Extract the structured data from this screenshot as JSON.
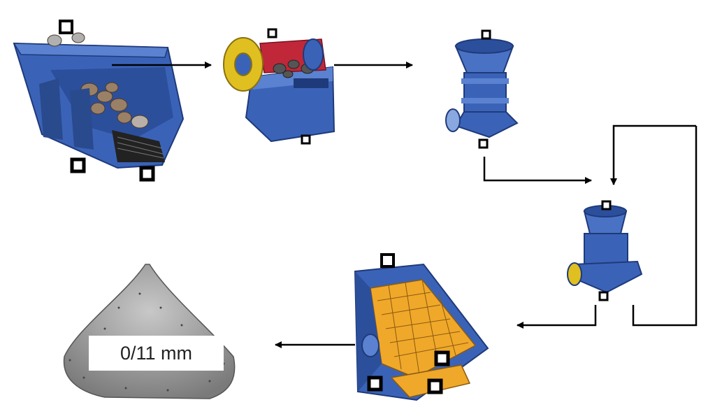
{
  "flow": {
    "stages": [
      {
        "name": "vibrating-feeder"
      },
      {
        "name": "jaw-crusher"
      },
      {
        "name": "cone-crusher-secondary"
      },
      {
        "name": "cone-crusher-tertiary"
      },
      {
        "name": "vibrating-screen"
      },
      {
        "name": "product-pile"
      }
    ],
    "product_label": "0/11 mm"
  },
  "colors": {
    "machine_blue": "#3a63b8",
    "machine_dark": "#1f3a7a",
    "screen_mesh": "#f0a82a",
    "jaw_red": "#c0283a",
    "flywheel_yellow": "#e0c020",
    "pile_gray": "#9a9a9a",
    "arrow": "#000000"
  }
}
